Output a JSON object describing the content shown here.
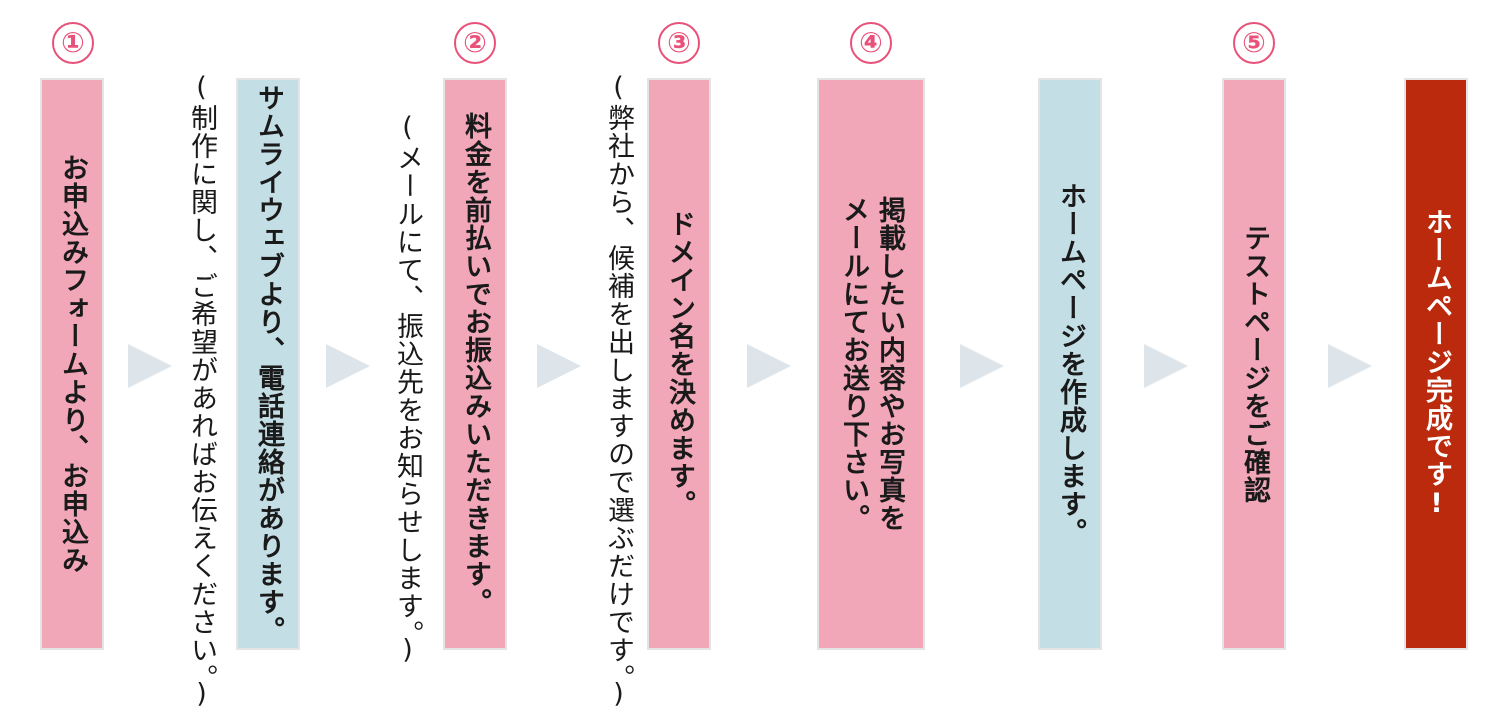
{
  "steps": [
    {
      "number": "1",
      "text": "お申込みフォームより、お申込み"
    },
    {
      "number": "",
      "text": "サムライウェブより、電話連絡があります。",
      "note": "(制作に関し、ご希望があればお伝えください。)"
    },
    {
      "number": "2",
      "text": "料金を前払いでお振込みいただきます。",
      "note": "(メールにて、振込先をお知らせします。)"
    },
    {
      "number": "3",
      "text": "ドメイン名を決めます。",
      "note": "(弊社から、候補を出しますので選ぶだけです。)"
    },
    {
      "number": "4",
      "text": "掲載したい内容やお写真を\nメールにてお送り下さい。"
    },
    {
      "number": "",
      "text": "ホームページを作成します。"
    },
    {
      "number": "5",
      "text": "テストページをご確認"
    },
    {
      "number": "",
      "text": "ホームページ完成です!"
    }
  ],
  "circled": {
    "one": "①",
    "two": "②",
    "three": "③",
    "four": "④",
    "five": "⑤"
  },
  "colors": {
    "pink": "#f2a7b9",
    "blue": "#c3dfe5",
    "red": "#bb2a0c",
    "circle": "#e8527a",
    "arrow": "#dde5ea"
  }
}
